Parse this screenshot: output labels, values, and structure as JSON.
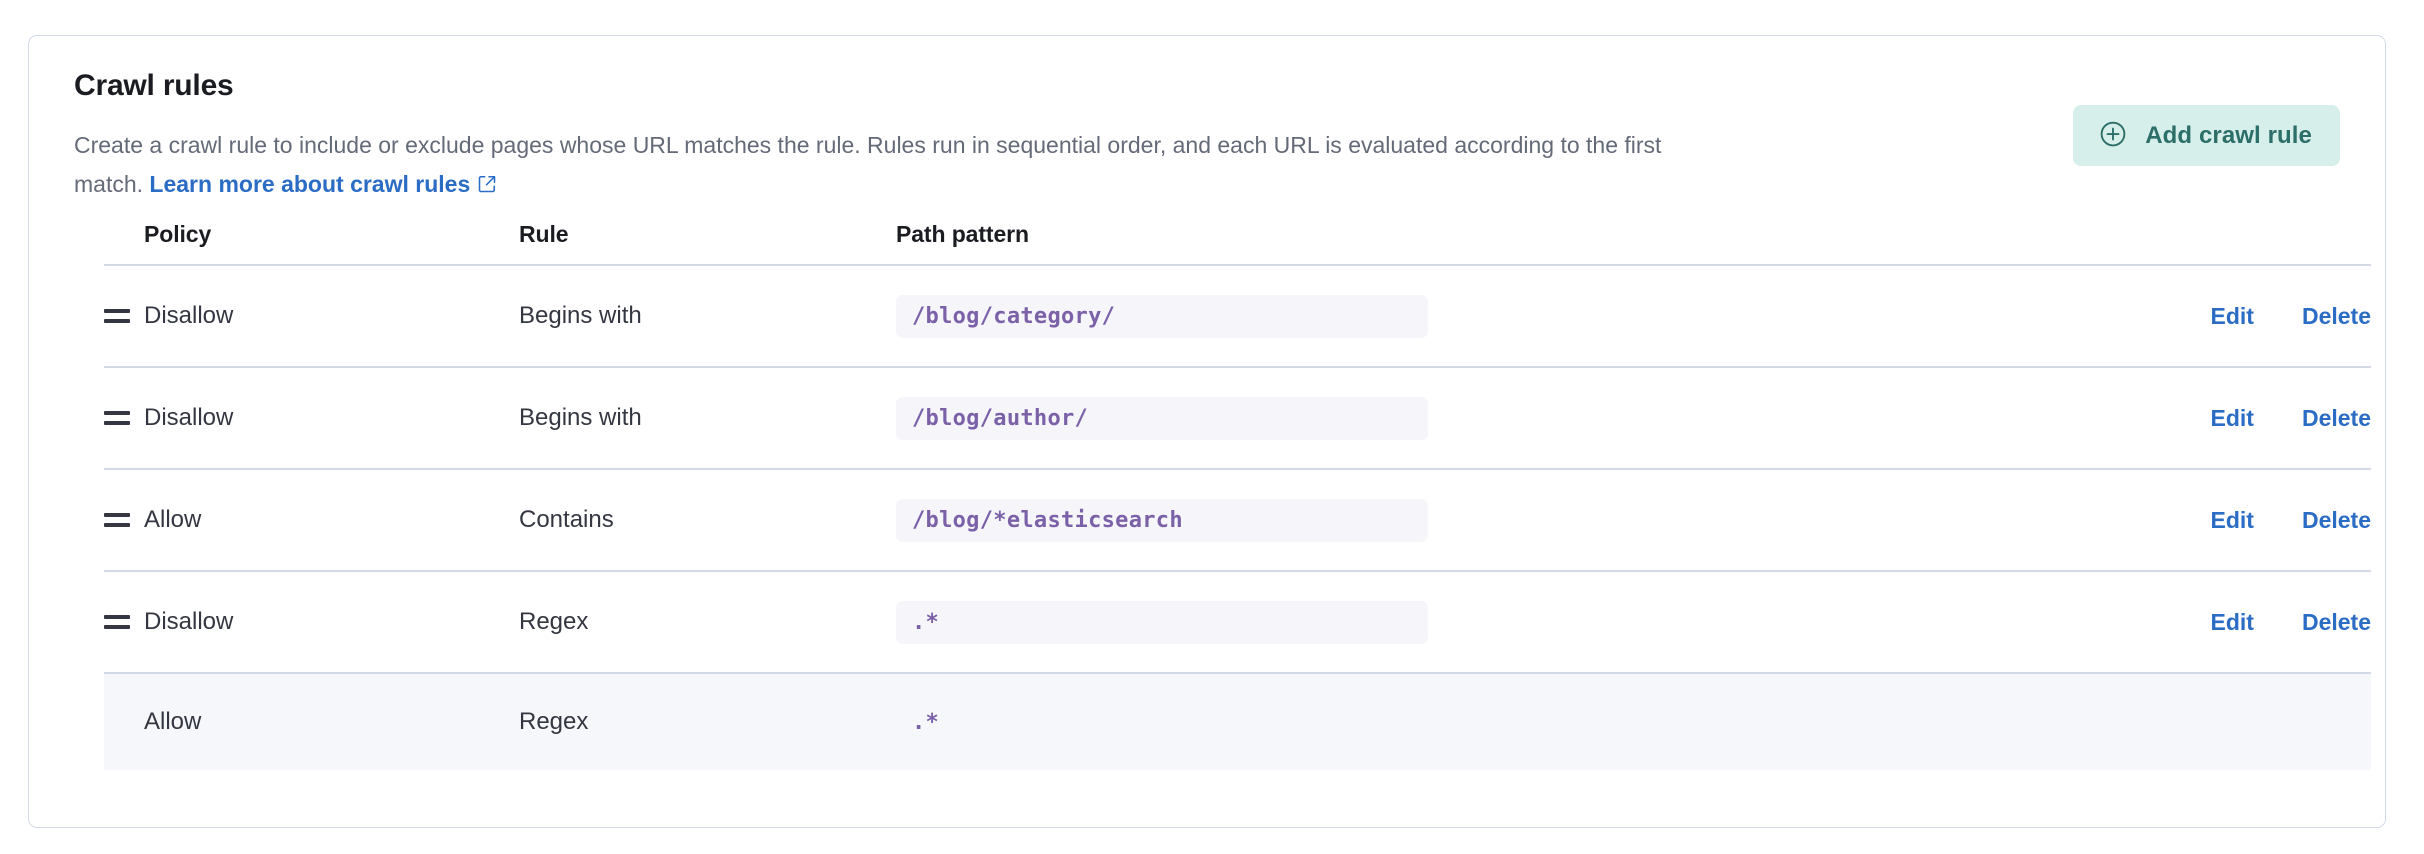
{
  "card": {
    "title": "Crawl rules",
    "description_before_link": "Create a crawl rule to include or exclude pages whose URL matches the rule. Rules run in sequential order, and each URL is evaluated according to the first match. ",
    "learn_more_label": "Learn more about crawl rules",
    "learn_more_icon": "external-link-icon"
  },
  "add_button": {
    "label": "Add crawl rule",
    "icon": "plus-in-circle-icon",
    "background": "#d7efea",
    "text_color": "#2c6e68"
  },
  "table": {
    "columns": [
      {
        "key": "policy",
        "label": "Policy"
      },
      {
        "key": "rule",
        "label": "Rule"
      },
      {
        "key": "path",
        "label": "Path pattern"
      }
    ],
    "handle_icon": "drag-handle-icon",
    "rows": [
      {
        "policy": "Disallow",
        "rule": "Begins with",
        "path": "/blog/category/",
        "edit_label": "Edit",
        "delete_label": "Delete",
        "draggable": true,
        "highlighted": false
      },
      {
        "policy": "Disallow",
        "rule": "Begins with",
        "path": "/blog/author/",
        "edit_label": "Edit",
        "delete_label": "Delete",
        "draggable": true,
        "highlighted": false
      },
      {
        "policy": "Allow",
        "rule": "Contains",
        "path": "/blog/*elasticsearch",
        "edit_label": "Edit",
        "delete_label": "Delete",
        "draggable": true,
        "highlighted": false
      },
      {
        "policy": "Disallow",
        "rule": "Regex",
        "path": ".*",
        "edit_label": "Edit",
        "delete_label": "Delete",
        "draggable": true,
        "highlighted": false
      },
      {
        "policy": "Allow",
        "rule": "Regex",
        "path": ".*",
        "edit_label": "",
        "delete_label": "",
        "draggable": false,
        "highlighted": true
      }
    ]
  },
  "colors": {
    "link": "#2b6cc4",
    "code": "#7b61a8",
    "border": "#d3dae6",
    "highlight_row": "#f5f7fa"
  }
}
